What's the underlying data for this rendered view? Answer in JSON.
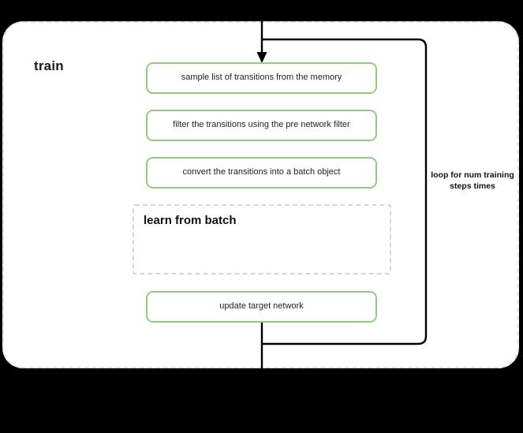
{
  "diagram": {
    "title": "train",
    "background_color": "#000000",
    "container_fill": "#ffffff",
    "container_border_color": "#e3e3e3",
    "accent_color": "#93cc7e",
    "connector_color": "#000000",
    "steps": [
      {
        "label": "sample list of transitions from the memory",
        "style": "green"
      },
      {
        "label": "filter the transitions using the pre network filter",
        "style": "green"
      },
      {
        "label": "convert the transitions into a batch object",
        "style": "green"
      },
      {
        "label": "update target network",
        "style": "green"
      }
    ],
    "subblock": {
      "label": "learn from batch",
      "style": "dashed"
    },
    "loop": {
      "caption": "loop for num training steps times"
    }
  }
}
